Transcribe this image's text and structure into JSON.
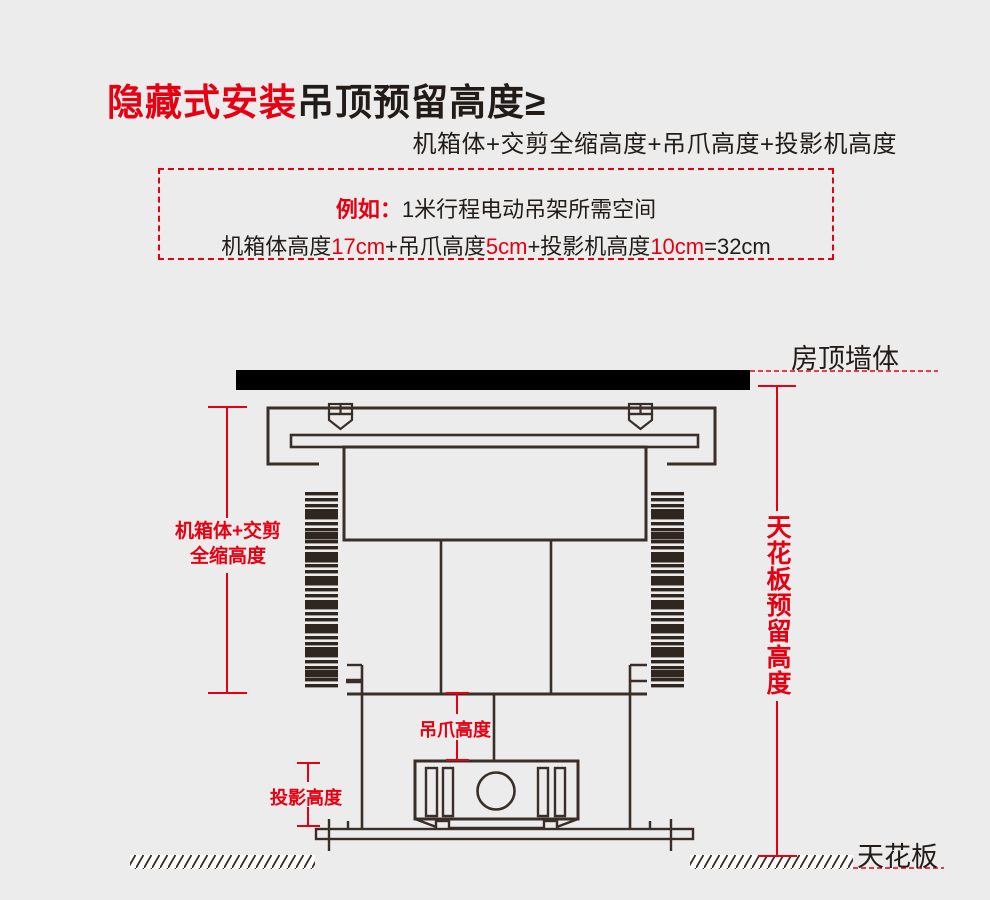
{
  "colors": {
    "background": "#ececec",
    "accent_red": "#e60012",
    "line_dark": "#3a2f28",
    "ceiling_bar_black": "#000000",
    "text_dark": "#221c18"
  },
  "header": {
    "title_red": "隐藏式安装",
    "title_dark": "吊顶预留高度≥",
    "subtitle": "机箱体+交剪全缩高度+吊爪高度+投影机高度",
    "example": {
      "intro_label": "例如：",
      "intro_text": "1米行程电动吊架所需空间",
      "formula": [
        "机箱体高度",
        "17cm",
        "+吊爪高度",
        "5cm",
        "+投影机高度",
        "10cm",
        "=32cm"
      ]
    }
  },
  "diagram": {
    "roof_label": "房顶墙体",
    "ceiling_label": "天花板",
    "left_measure_line1": "机箱体+交剪",
    "left_measure_line2": "全缩高度",
    "right_measure_label": "天花板预留高度",
    "claw_measure_label": "吊爪高度",
    "projection_measure_label": "投影高度"
  }
}
